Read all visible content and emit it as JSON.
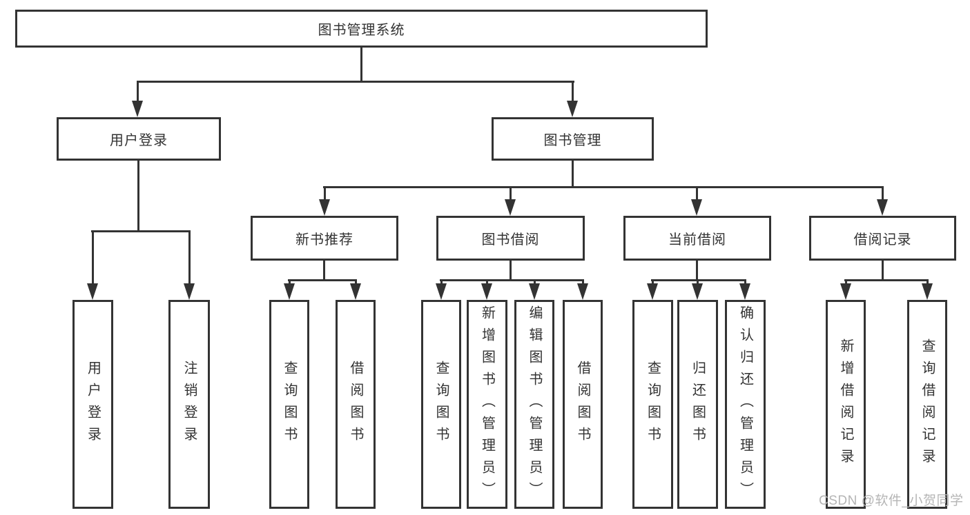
{
  "colors": {
    "line": "#333333",
    "text": "#333333",
    "box_fill": "#ffffff",
    "page_background": "#ffffff",
    "watermark": "#b5b5b5"
  },
  "watermark": {
    "text": "CSDN @软件_小贺同学"
  },
  "hierarchy": {
    "label": "图书管理系统",
    "children": [
      {
        "label": "用户登录",
        "children": [
          {
            "label": "用户登录"
          },
          {
            "label": "注销登录"
          }
        ]
      },
      {
        "label": "图书管理",
        "children": [
          {
            "label": "新书推荐",
            "children": [
              {
                "label": "查询图书"
              },
              {
                "label": "借阅图书"
              }
            ]
          },
          {
            "label": "图书借阅",
            "children": [
              {
                "label": "查询图书"
              },
              {
                "label": "新增图书（管理员）"
              },
              {
                "label": "编辑图书（管理员）"
              },
              {
                "label": "借阅图书"
              }
            ]
          },
          {
            "label": "当前借阅",
            "children": [
              {
                "label": "查询图书"
              },
              {
                "label": "归还图书"
              },
              {
                "label": "确认归还（管理员）"
              }
            ]
          },
          {
            "label": "借阅记录",
            "children": [
              {
                "label": "新增借阅记录"
              },
              {
                "label": "查询借阅记录"
              }
            ]
          }
        ]
      }
    ]
  }
}
